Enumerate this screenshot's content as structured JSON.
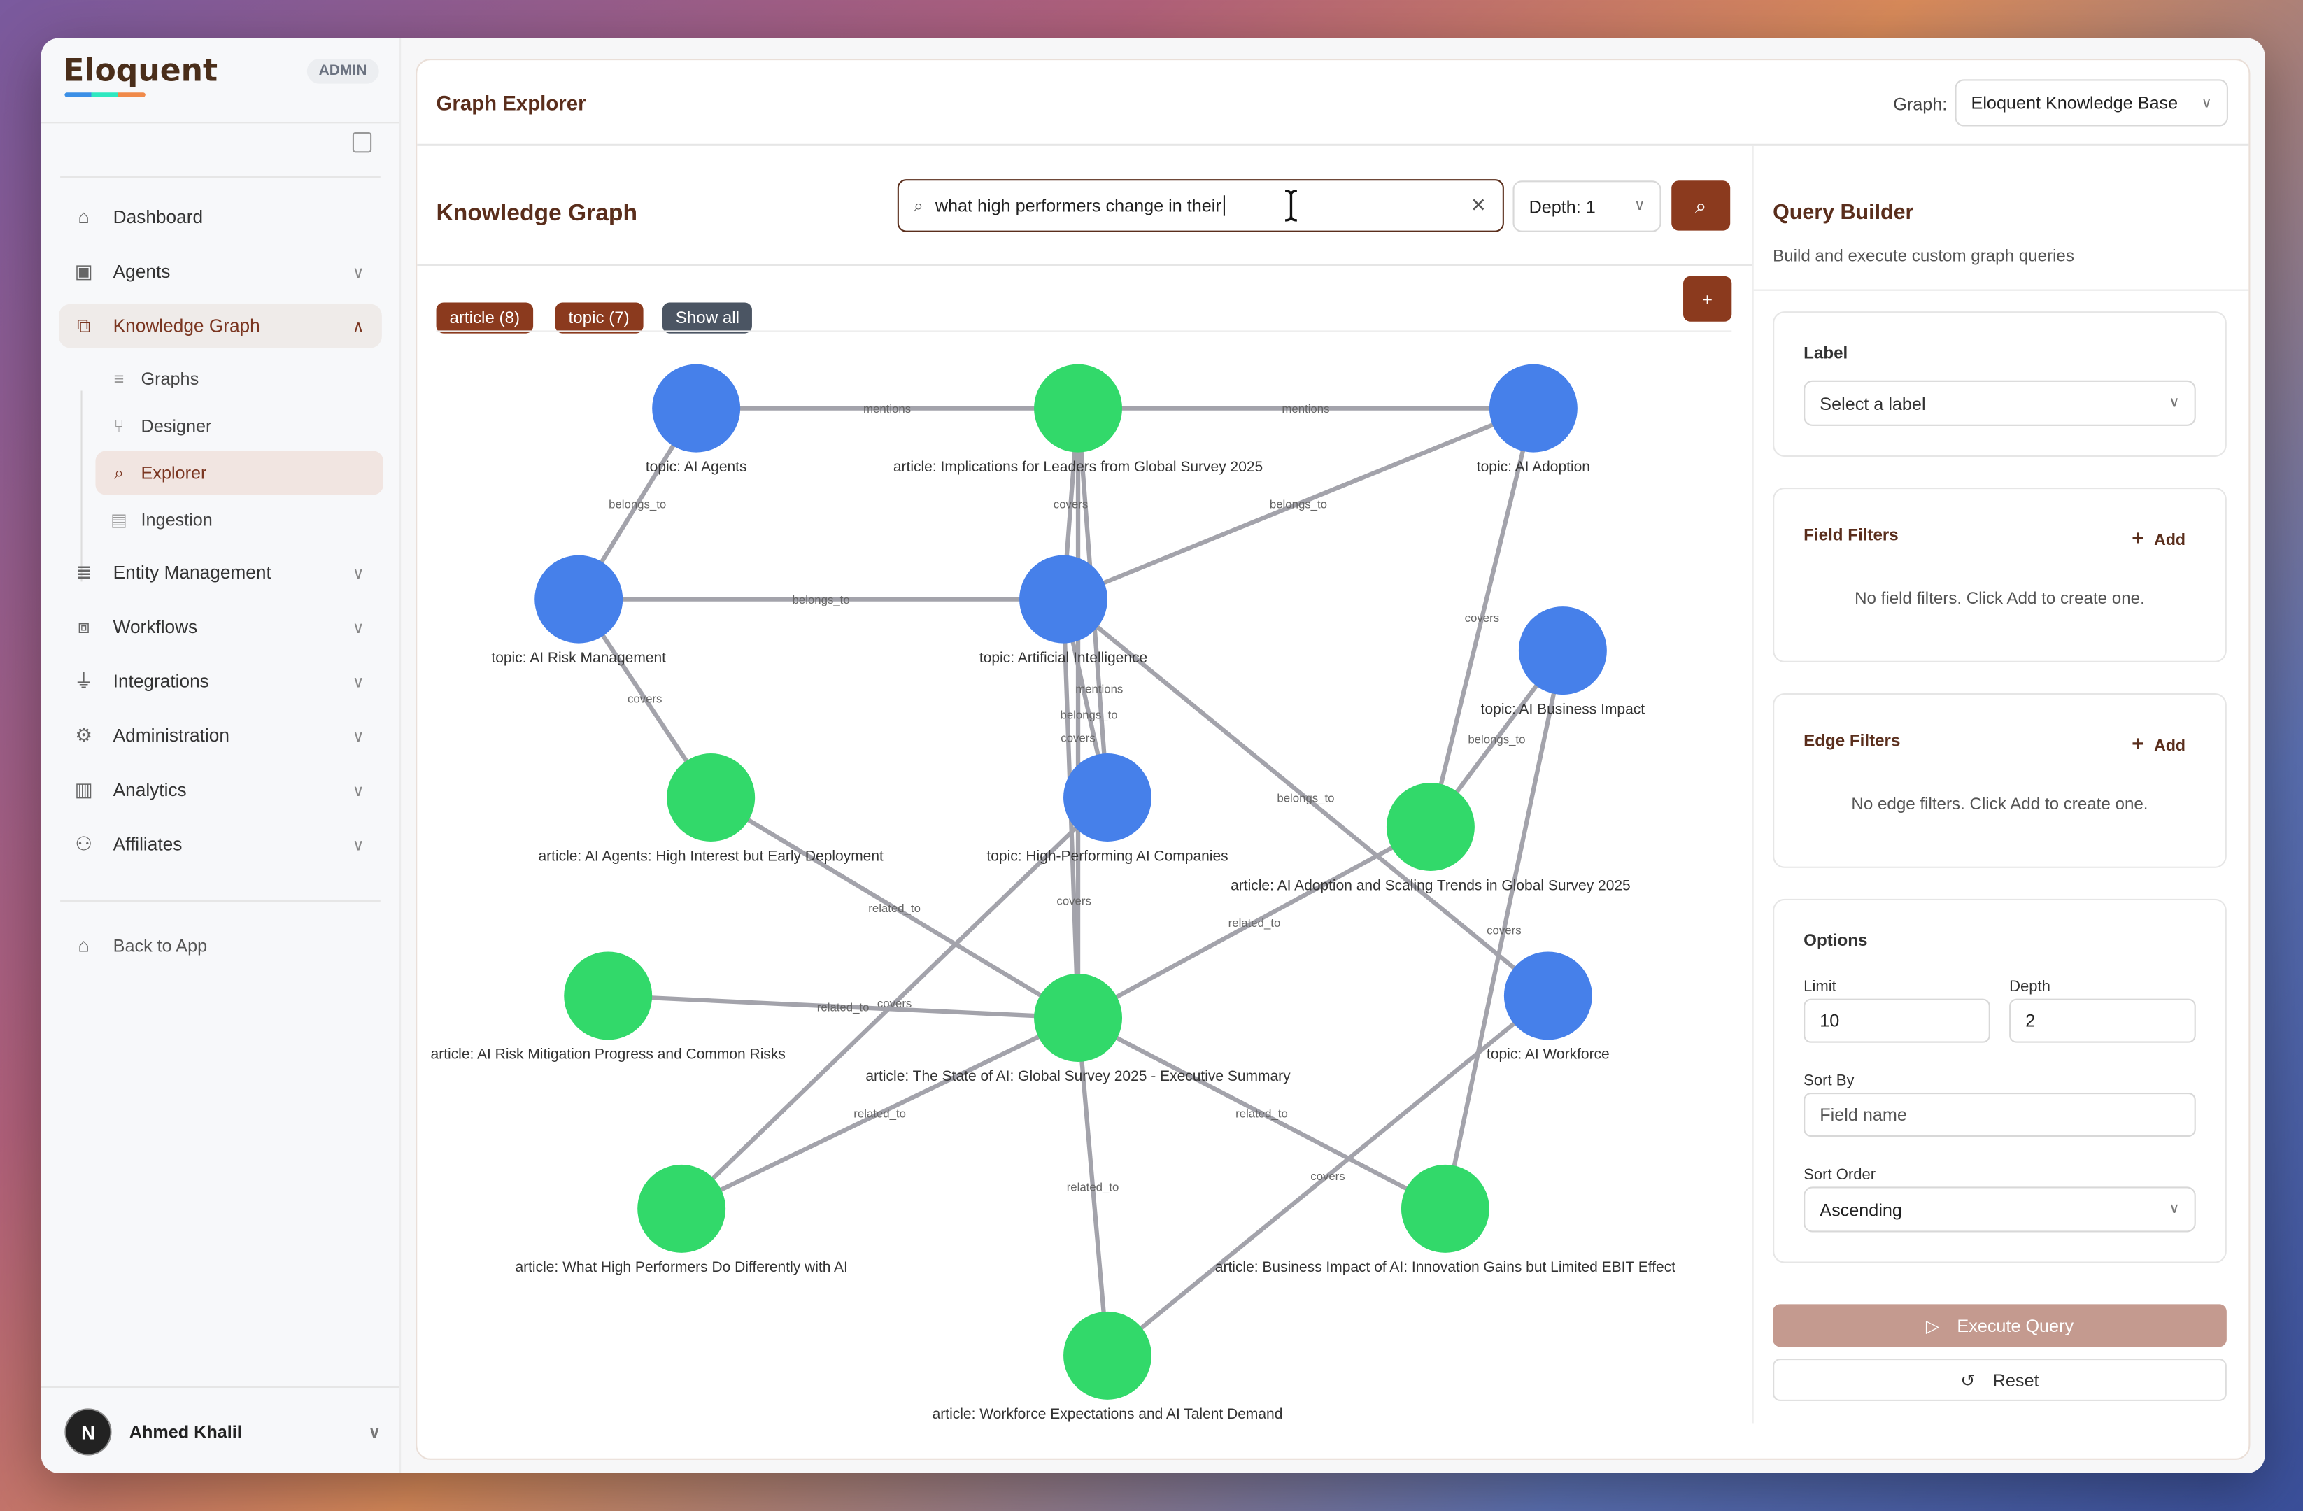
{
  "sidebar": {
    "logo": "Eloquent",
    "badge": "ADMIN",
    "items": [
      {
        "label": "Dashboard",
        "icon": "home-icon"
      },
      {
        "label": "Agents",
        "icon": "bot-icon"
      },
      {
        "label": "Knowledge Graph",
        "icon": "network-icon"
      },
      {
        "label": "Entity Management",
        "icon": "database-icon"
      },
      {
        "label": "Workflows",
        "icon": "workflow-icon"
      },
      {
        "label": "Integrations",
        "icon": "plug-icon"
      },
      {
        "label": "Administration",
        "icon": "gear-icon"
      },
      {
        "label": "Analytics",
        "icon": "bar-chart-icon"
      },
      {
        "label": "Affiliates",
        "icon": "users-icon"
      }
    ],
    "subitems": [
      {
        "label": "Graphs"
      },
      {
        "label": "Designer"
      },
      {
        "label": "Explorer"
      },
      {
        "label": "Ingestion"
      }
    ],
    "back": "Back to App",
    "user": {
      "initial": "N",
      "name": "Ahmed Khalil"
    }
  },
  "header": {
    "title": "Graph Explorer",
    "graph_label": "Graph:",
    "graph_value": "Eloquent Knowledge Base"
  },
  "explorer": {
    "title": "Knowledge Graph",
    "search_value": "what high performers change in their",
    "depth": "Depth: 1",
    "chips": [
      "article (8)",
      "topic (7)",
      "Show all"
    ],
    "plus": "+"
  },
  "colors": {
    "topic": "#4680ea",
    "article": "#32d96a",
    "accent": "#8b3a1e",
    "edge": "#a3a3ab"
  },
  "graph": {
    "nodes": [
      {
        "id": "t1",
        "type": "topic",
        "label": "topic: AI Adoption"
      },
      {
        "id": "t2",
        "type": "topic",
        "label": "topic: AI Agents"
      },
      {
        "id": "t3",
        "type": "topic",
        "label": "topic: AI Risk Management"
      },
      {
        "id": "t4",
        "type": "topic",
        "label": "topic: Artificial Intelligence"
      },
      {
        "id": "t5",
        "type": "topic",
        "label": "topic: AI Business Impact"
      },
      {
        "id": "t6",
        "type": "topic",
        "label": "topic: High-Performing AI Companies"
      },
      {
        "id": "t7",
        "type": "topic",
        "label": "topic: AI Workforce"
      },
      {
        "id": "a1",
        "type": "article",
        "label": "article: Implications for Leaders from Global Survey 2025"
      },
      {
        "id": "a2",
        "type": "article",
        "label": "article: AI Adoption and Scaling Trends in Global Survey 2025"
      },
      {
        "id": "a3",
        "type": "article",
        "label": "article: AI Agents: High Interest but Early Deployment"
      },
      {
        "id": "a4",
        "type": "article",
        "label": "article: AI Risk Mitigation Progress and Common Risks"
      },
      {
        "id": "a5",
        "type": "article",
        "label": "article: The State of AI: Global Survey 2025 - Executive Summary"
      },
      {
        "id": "a6",
        "type": "article",
        "label": "article: Business Impact of AI: Innovation Gains but Limited EBIT Effect"
      },
      {
        "id": "a7",
        "type": "article",
        "label": "article: What High Performers Do Differently with AI"
      },
      {
        "id": "a8",
        "type": "article",
        "label": "article: Workforce Expectations and AI Talent Demand"
      }
    ],
    "edges": [
      {
        "s": "a1",
        "t": "t1",
        "label": "mentions"
      },
      {
        "s": "a1",
        "t": "t2",
        "label": "mentions"
      },
      {
        "s": "a1",
        "t": "t4",
        "label": "covers"
      },
      {
        "s": "t3",
        "t": "t4",
        "label": "belongs_to"
      },
      {
        "s": "a1",
        "t": "t6",
        "label": "mentions"
      },
      {
        "s": "t1",
        "t": "t4",
        "label": "belongs_to"
      },
      {
        "s": "a2",
        "t": "t1",
        "label": "covers"
      },
      {
        "s": "a2",
        "t": "t5",
        "label": "belongs_to"
      },
      {
        "s": "t6",
        "t": "t4",
        "label": "belongs_to"
      },
      {
        "s": "a5",
        "t": "t4",
        "label": "covers"
      },
      {
        "s": "a2",
        "t": "a5",
        "label": "related_to"
      },
      {
        "s": "t7",
        "t": "t4",
        "label": "belongs_to"
      },
      {
        "s": "a1",
        "t": "a5",
        "label": "covers"
      },
      {
        "s": "a3",
        "t": "a5",
        "label": "related_to"
      },
      {
        "s": "t6",
        "t": "a7",
        "label": "covers"
      },
      {
        "s": "a4",
        "t": "a5",
        "label": "related_to"
      },
      {
        "s": "a5",
        "t": "a7",
        "label": "related_to"
      },
      {
        "s": "a5",
        "t": "a6",
        "label": "related_to"
      },
      {
        "s": "a5",
        "t": "a8",
        "label": "related_to"
      },
      {
        "s": "t7",
        "t": "a8",
        "label": "covers"
      },
      {
        "s": "t5",
        "t": "a6",
        "label": "covers"
      },
      {
        "s": "t2",
        "t": "t3",
        "label": "belongs_to"
      },
      {
        "s": "a3",
        "t": "t3",
        "label": "covers"
      }
    ]
  },
  "query": {
    "title": "Query Builder",
    "subtitle": "Build and execute custom graph queries",
    "label_title": "Label",
    "label_placeholder": "Select a label",
    "field_title": "Field Filters",
    "field_add": "Add",
    "field_empty": "No field filters. Click Add to create one.",
    "edge_title": "Edge Filters",
    "edge_add": "Add",
    "edge_empty": "No edge filters. Click Add to create one.",
    "options_title": "Options",
    "limit_label": "Limit",
    "limit": "10",
    "depth_label": "Depth",
    "depth": "2",
    "sort_by_label": "Sort By",
    "sort_by_placeholder": "Field name",
    "sort_order_label": "Sort Order",
    "sort_order": "Ascending",
    "execute": "Execute Query",
    "reset": "Reset"
  }
}
